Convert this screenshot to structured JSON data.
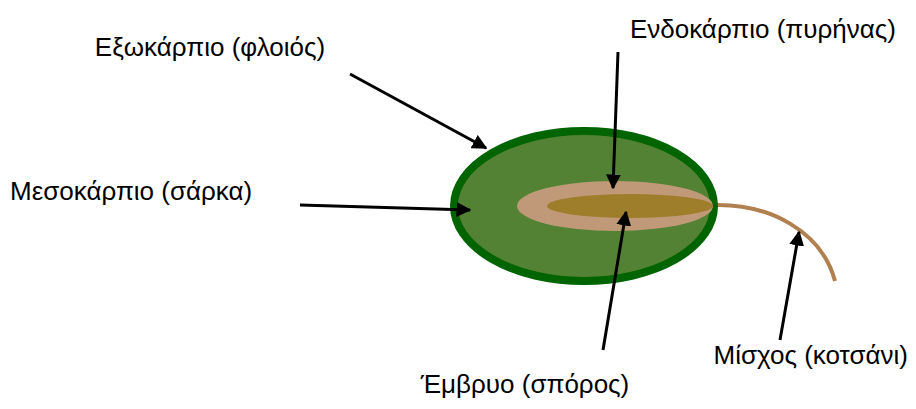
{
  "diagram": {
    "labels": [
      "Εξωκάρπιο (φλοιός)",
      "Ενδοκάρπιο (πυρήνας)",
      "Μεσοκάρπιο (σάρκα)",
      "Μίσχος (κοτσάνι)",
      "Έμβρυο (σπόρος)"
    ]
  }
}
